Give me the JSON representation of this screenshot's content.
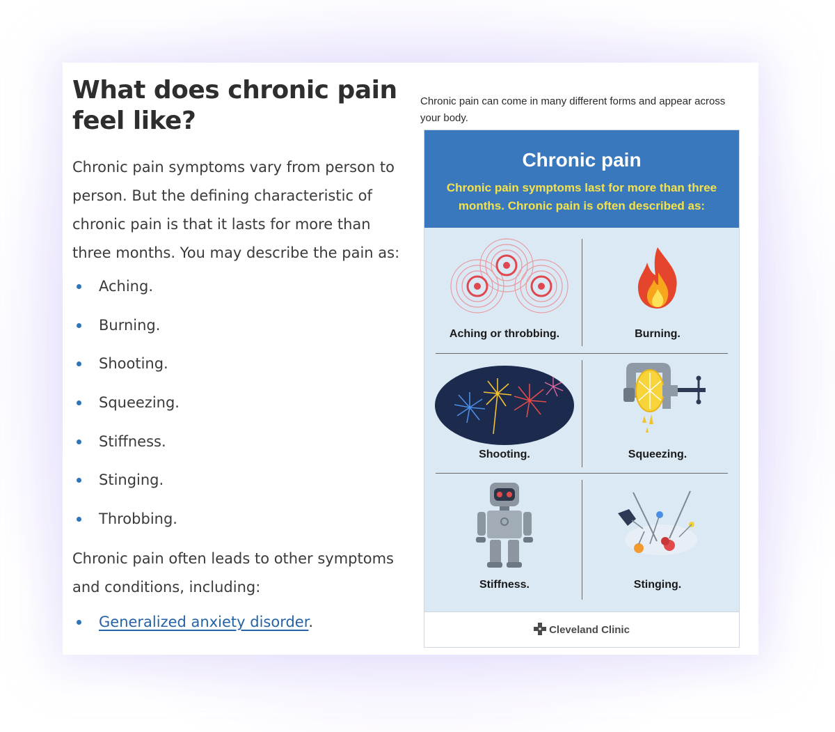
{
  "article": {
    "heading": "What does chronic pain feel like?",
    "intro": "Chronic pain symptoms vary from person to person. But the defining characteristic of chronic pain is that it lasts for more than three months. You may describe the pain as:",
    "pain_types": [
      "Aching.",
      "Burning.",
      "Shooting.",
      "Squeezing.",
      "Stiffness.",
      "Stinging.",
      "Throbbing."
    ],
    "followup": "Chronic pain often leads to other symptoms and conditions, including:",
    "conditions": [
      {
        "link_text": "Generalized anxiety disorder",
        "suffix": "."
      }
    ]
  },
  "figure": {
    "caption": "Chronic pain can come in many different forms and appear across your body.",
    "infographic": {
      "title": "Chronic pain",
      "subtitle": "Chronic pain symptoms last for more than three months. Chronic pain is often described as:",
      "cells": [
        {
          "label": "Aching or throbbing.",
          "icon": "concentric-circles-icon"
        },
        {
          "label": "Burning.",
          "icon": "flame-icon"
        },
        {
          "label": "Shooting.",
          "icon": "fireworks-icon"
        },
        {
          "label": "Squeezing.",
          "icon": "clamp-lemon-icon"
        },
        {
          "label": "Stiffness.",
          "icon": "robot-icon"
        },
        {
          "label": "Stinging.",
          "icon": "pins-needles-icon"
        }
      ],
      "brand": "Cleveland Clinic",
      "colors": {
        "header": "#3a78bd",
        "subtitle": "#f5e24a",
        "panel": "#dbe9f4"
      }
    }
  },
  "colors": {
    "link": "#2563a8",
    "bullet": "#2e74b8",
    "text": "#3a3a3a"
  }
}
